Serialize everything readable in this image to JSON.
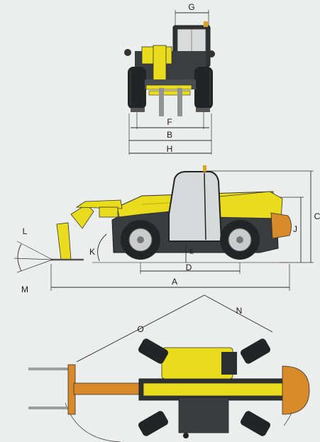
{
  "colors": {
    "background": "#eceeee",
    "machine_yellow": "#e8dc1c",
    "machine_dark": "#34373a",
    "tire": "#222426",
    "rim": "#c9cccc",
    "fork": "#9aa0a0",
    "attachment_orange": "#d88a2a",
    "dimension_line": "#2a2a2a"
  },
  "labels": {
    "G": "G",
    "F": "F",
    "B": "B",
    "H": "H",
    "C": "C",
    "J": "J",
    "E": "E",
    "D": "D",
    "A": "A",
    "K": "K",
    "L": "L",
    "M": "M",
    "N": "N",
    "O": "O"
  },
  "views": {
    "front": "front-view",
    "side": "side-view",
    "top": "top-view"
  }
}
